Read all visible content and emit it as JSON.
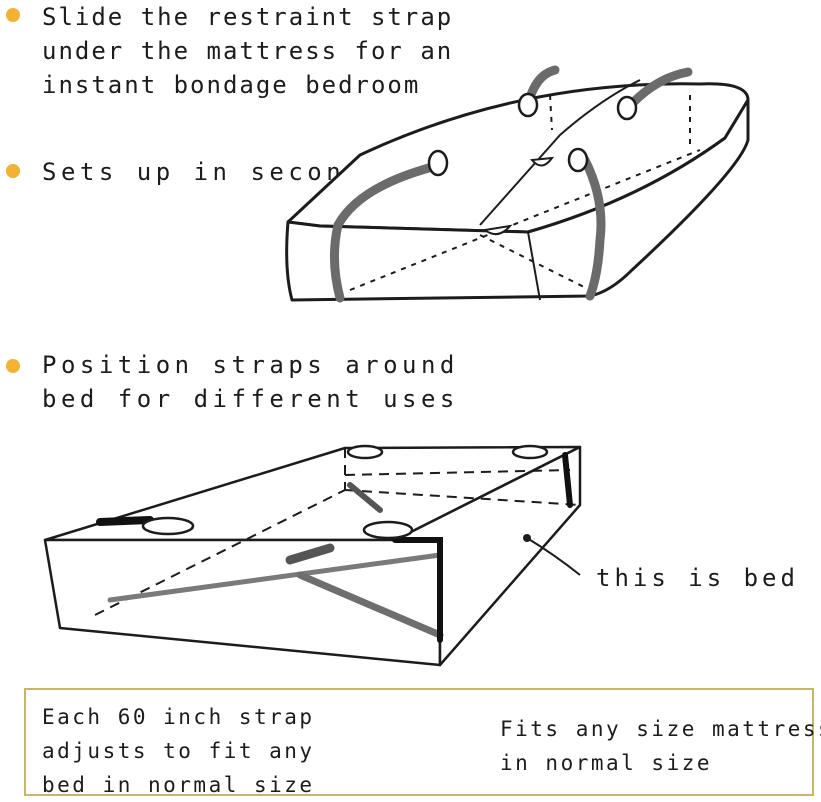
{
  "features": [
    {
      "lines": [
        "Slide the restraint strap",
        "under the mattress for an",
        "instant bondage bedroom"
      ]
    },
    {
      "lines": [
        "Sets up in seconds"
      ]
    },
    {
      "lines": [
        "Position straps around",
        "bed for different uses"
      ]
    }
  ],
  "bed_label": "this is bed",
  "notes": {
    "left": [
      "Each 60 inch strap",
      "adjusts to fit any",
      "bed in normal size"
    ],
    "right": [
      "Fits any size mattress",
      "in normal size"
    ]
  },
  "colors": {
    "bullet": "#f2b233",
    "box_border": "#c9b46a",
    "line": "#1c1c1c"
  }
}
